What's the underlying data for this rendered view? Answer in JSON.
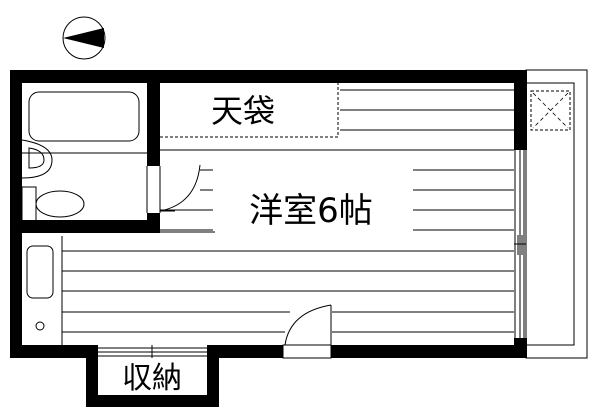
{
  "plan": {
    "type": "apartment floor plan (1R)",
    "compass": {
      "icon": "north-arrow-icon",
      "direction": "west"
    },
    "rooms": [
      {
        "id": "western_room",
        "label": "洋室6帖"
      },
      {
        "id": "attic_storage",
        "label": "天袋"
      },
      {
        "id": "closet",
        "label": "収納"
      },
      {
        "id": "unit_bath",
        "label": ""
      },
      {
        "id": "balcony",
        "label": ""
      }
    ],
    "colors": {
      "wall": "#000000",
      "background": "#ffffff",
      "line": "#000000"
    }
  }
}
